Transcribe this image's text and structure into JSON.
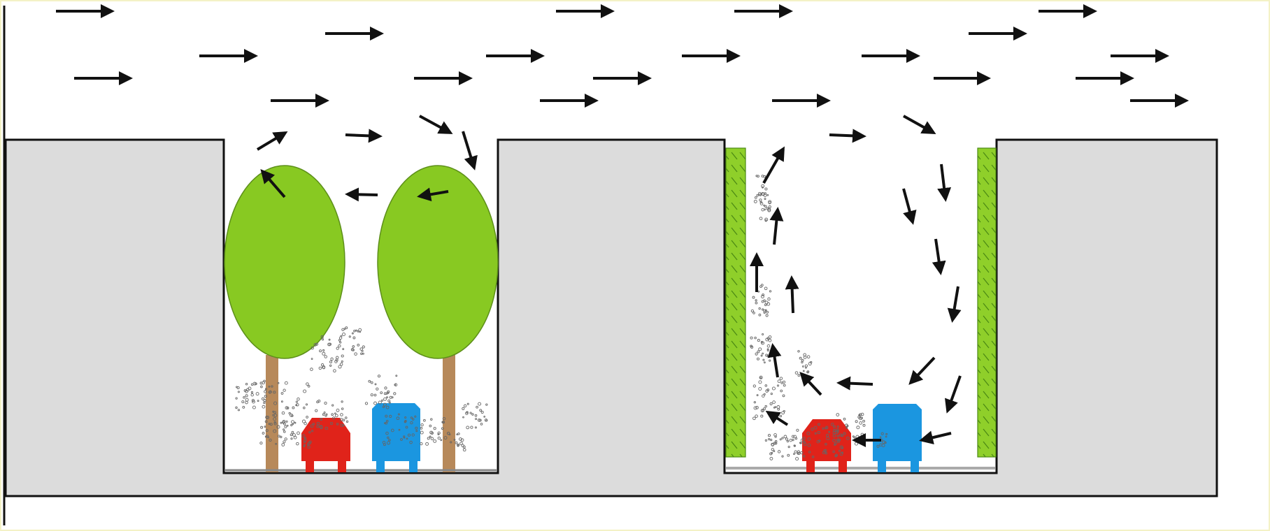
{
  "colors": {
    "background": "#ffffff",
    "frame_border": "#f4f2c6",
    "building_fill": "#dcdcdc",
    "outline": "#111111",
    "tree_canopy": "#88c922",
    "tree_trunk": "#b7895a",
    "green_wall": "#8fcf2a",
    "car_red": "#e0231a",
    "car_blue": "#1b96e0",
    "arrow": "#111111",
    "pollutant": "#666666"
  },
  "scenes": [
    {
      "id": "street-canyon-with-trees",
      "has_trees": true,
      "has_green_walls": false,
      "vehicles": [
        "red-car",
        "blue-car"
      ]
    },
    {
      "id": "street-canyon-with-green-walls",
      "has_trees": false,
      "has_green_walls": true,
      "vehicles": [
        "red-car",
        "blue-car"
      ]
    }
  ],
  "icons": {
    "flow_arrow": "arrow-icon",
    "pollutant": "pollutant-particles-icon"
  }
}
